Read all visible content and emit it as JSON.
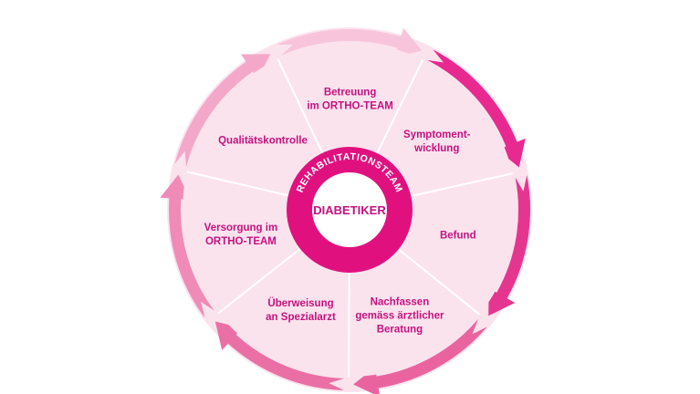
{
  "diagram": {
    "center": {
      "label": "DIABETIKER",
      "ring_label": "REHABILITATIONSTEAM"
    },
    "segments": [
      {
        "lines": [
          "Symptoment-",
          "wicklung"
        ]
      },
      {
        "lines": [
          "Befund"
        ]
      },
      {
        "lines": [
          "Nachfassen",
          "gemäss ärztlicher",
          "Beratung"
        ]
      },
      {
        "lines": [
          "Überweisung",
          "an Spezialarzt"
        ]
      },
      {
        "lines": [
          "Versorgung im",
          "ORTHO-TEAM"
        ]
      },
      {
        "lines": [
          "Qualitätskontrolle"
        ]
      },
      {
        "lines": [
          "Betreuung",
          "im ORTHO-TEAM"
        ]
      }
    ],
    "colors": {
      "arrow_colors": [
        "#e8298f",
        "#e5368f",
        "#e9649f",
        "#ea6fa4",
        "#f08bb8",
        "#f4a8c9",
        "#f8c4db"
      ],
      "wheel_fill": "#fbe3ee",
      "divider": "#ffffff",
      "ring": "#e0117f",
      "ring_inner": "#ffffff",
      "label": "#c5127f"
    }
  }
}
